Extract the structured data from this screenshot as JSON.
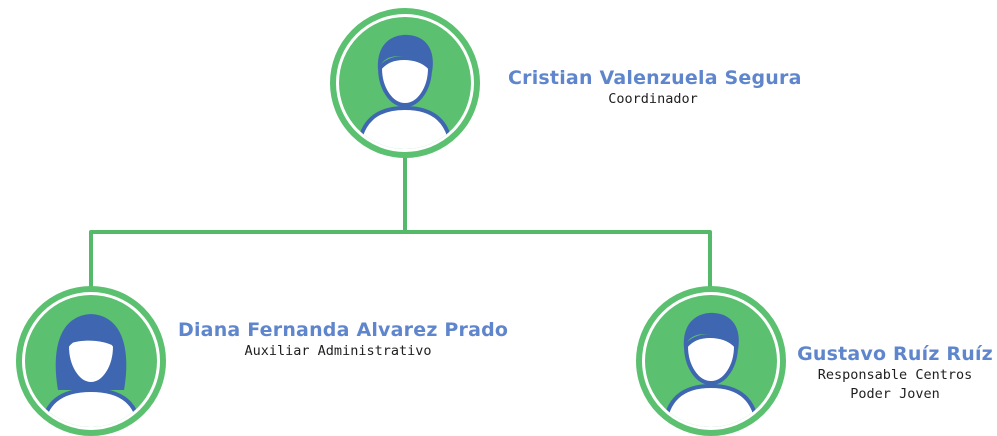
{
  "colors": {
    "accent_green": "#55b96a",
    "ring_green": "#5bc06f",
    "avatar_blue": "#3f67b1",
    "avatar_fill": "#ffffff",
    "name_blue": "#5f86cc",
    "role_text": "#1f1f1f"
  },
  "org_chart": {
    "top": {
      "name": "Cristian Valenzuela Segura",
      "role": [
        "Coordinador"
      ],
      "icon": "person-avatar-icon"
    },
    "children": [
      {
        "name": "Diana Fernanda Alvarez Prado",
        "role": [
          "Auxiliar Administrativo"
        ],
        "icon": "female-avatar-icon"
      },
      {
        "name": "Gustavo Ruíz Ruíz",
        "role": [
          "Responsable Centros",
          "Poder Joven"
        ],
        "icon": "male-avatar-icon"
      }
    ]
  }
}
